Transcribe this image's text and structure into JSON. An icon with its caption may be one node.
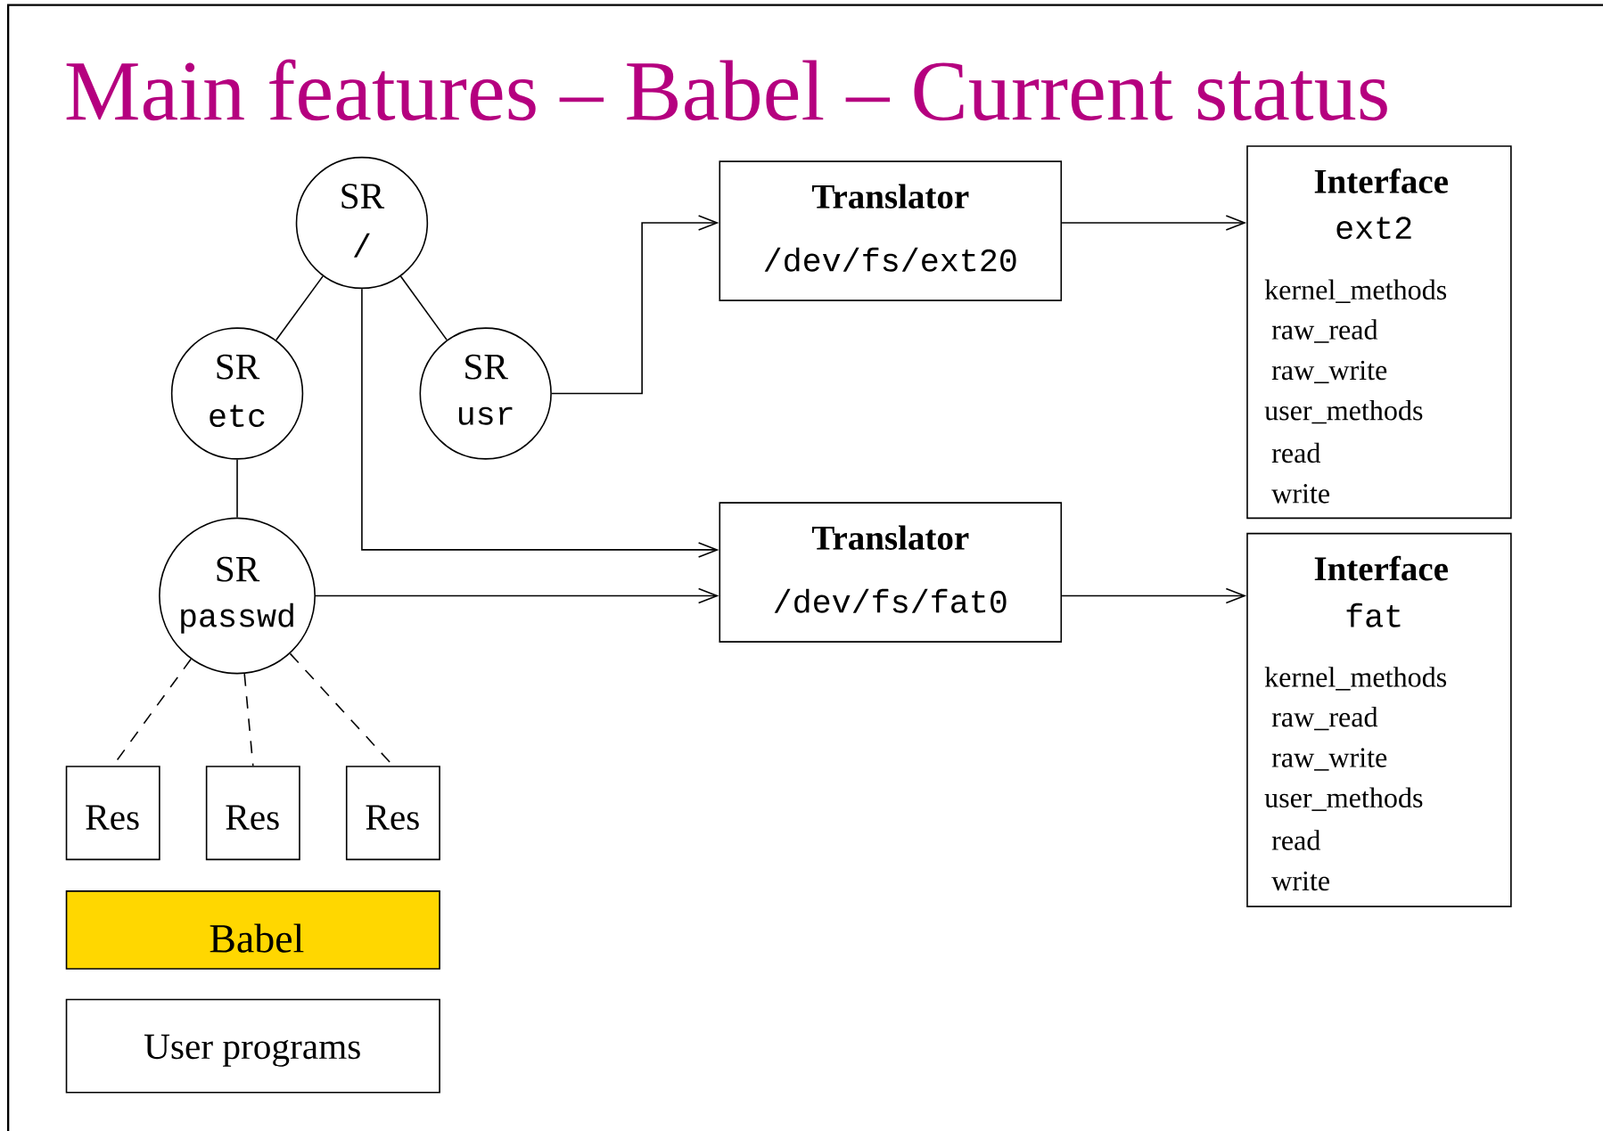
{
  "diagram": {
    "title": "Main features – Babel – Current status",
    "nodes": [
      {
        "text": [
          "SR",
          "/"
        ]
      },
      {
        "text": [
          "Translator",
          "/dev/fs/ext20"
        ]
      },
      {
        "text": [
          "Interface",
          "ext2",
          "kernel_methods",
          "raw_read",
          "raw_write",
          "user_methods",
          "read",
          "write"
        ]
      },
      {
        "text": [
          "SR",
          "etc"
        ]
      },
      {
        "text": [
          "SR",
          "usr"
        ]
      },
      {
        "text": [
          "SR",
          "passwd"
        ]
      },
      {
        "text": [
          "Translator",
          "/dev/fs/fat0"
        ]
      },
      {
        "text": [
          "Interface",
          "fat",
          "kernel_methods",
          "raw_read",
          "raw_write",
          "user_methods",
          "read",
          "write"
        ]
      },
      {
        "text": [
          "Res"
        ]
      },
      {
        "text": [
          "Res"
        ]
      },
      {
        "text": [
          "Res"
        ]
      },
      {
        "text": [
          "Babel"
        ]
      },
      {
        "text": [
          "User programs"
        ]
      }
    ],
    "edges": [
      {
        "from": 0,
        "to": 3,
        "arrow": "none"
      },
      {
        "from": 0,
        "to": 4,
        "arrow": "none"
      },
      {
        "from": 3,
        "to": 5,
        "arrow": "none"
      },
      {
        "from": 4,
        "to": 1,
        "arrow": "to"
      },
      {
        "from": 0,
        "to": 6,
        "arrow": "to"
      },
      {
        "from": 5,
        "to": 6,
        "arrow": "to"
      },
      {
        "from": 1,
        "to": 2,
        "arrow": "to"
      },
      {
        "from": 6,
        "to": 7,
        "arrow": "to"
      },
      {
        "from": 5,
        "to": 8,
        "arrow": "none",
        "style": "dashed"
      },
      {
        "from": 5,
        "to": 9,
        "arrow": "none",
        "style": "dashed"
      },
      {
        "from": 5,
        "to": 10,
        "arrow": "none",
        "style": "dashed"
      }
    ]
  }
}
